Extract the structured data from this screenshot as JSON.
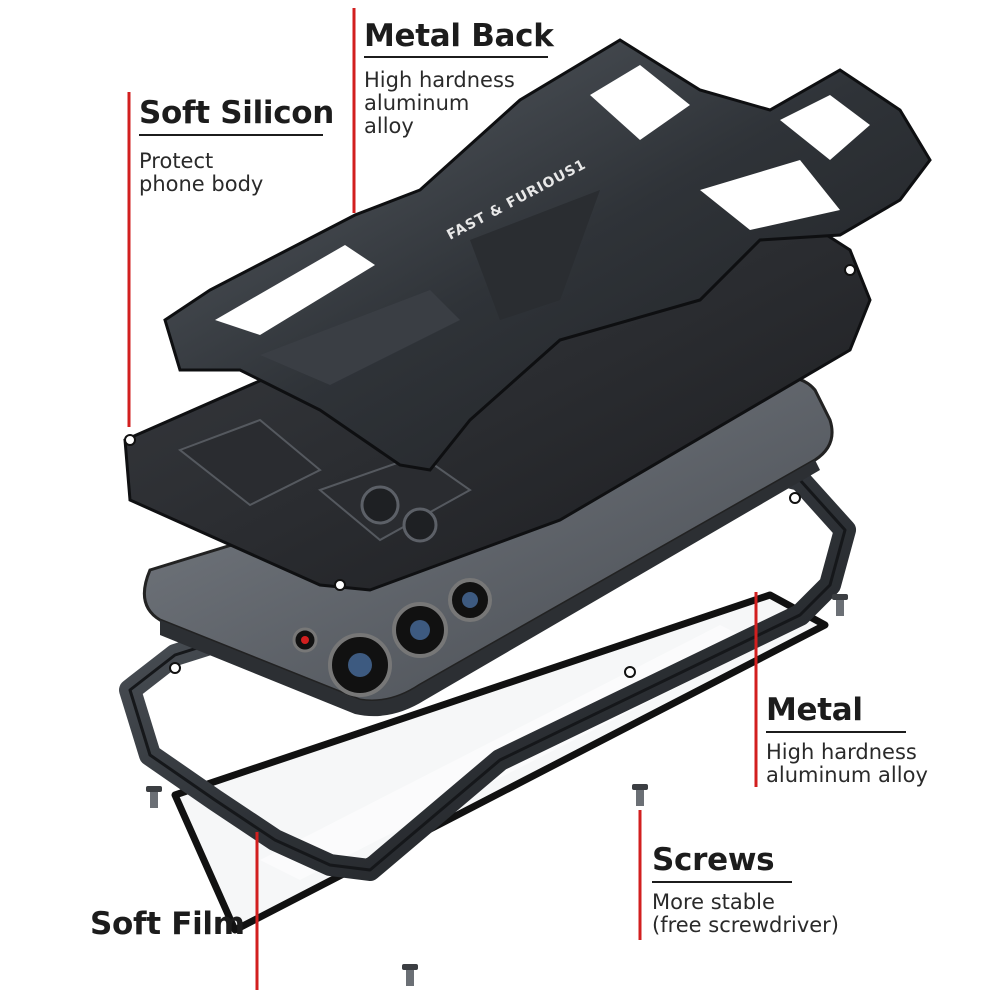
{
  "callouts": {
    "metal_back": {
      "title": "Metal Back",
      "desc": "High hardness\naluminum\nalloy"
    },
    "soft_silicon": {
      "title": "Soft Silicon",
      "desc": "Protect\nphone body"
    },
    "metal": {
      "title": "Metal",
      "desc": "High hardness\naluminum alloy"
    },
    "screws": {
      "title": "Screws",
      "desc": "More stable\n (free screwdriver)"
    },
    "soft_film": {
      "title": "Soft Film"
    }
  },
  "product_marking": {
    "text": "FAST & FURIOUS1"
  },
  "colors": {
    "accent_line": "#d21f1f",
    "metal_dark": "#2b2e33",
    "metal_mid": "#4a4f56",
    "text": "#1c1c1c"
  }
}
